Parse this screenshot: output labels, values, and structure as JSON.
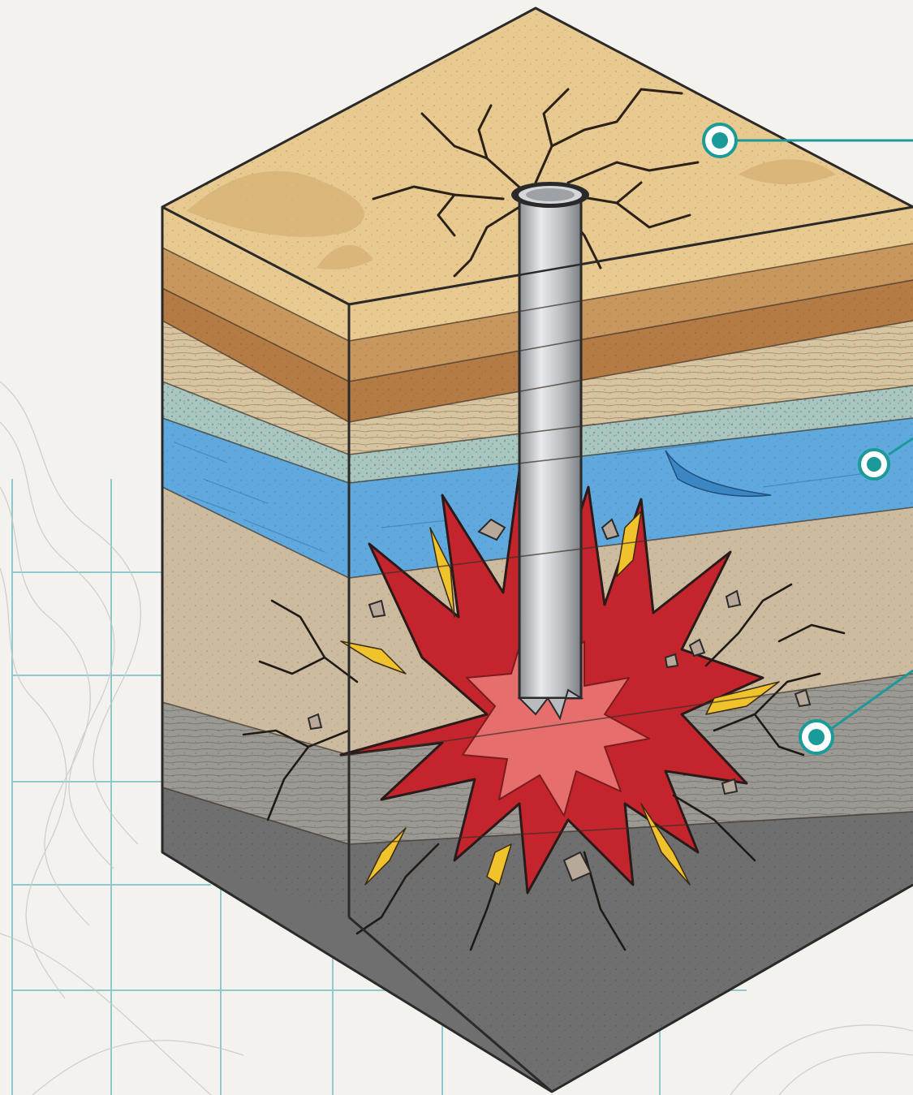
{
  "diagram": {
    "subject": "isometric-soil-cross-section-with-well-and-subsurface-blast",
    "callouts": [
      {
        "id": "surface",
        "icon": "callout-marker-icon",
        "text": ""
      },
      {
        "id": "aquifer",
        "icon": "callout-marker-icon",
        "text": ""
      },
      {
        "id": "fracture-zone",
        "icon": "callout-marker-icon",
        "text": ""
      }
    ],
    "colors": {
      "background": "#f3f2ee",
      "grid": "#7fc3c5",
      "callout": "#1a9a98",
      "sand_top": "#e8c98f",
      "soil_mid": "#c8975d",
      "soil_dark": "#b57b45",
      "silt": "#d9c4a0",
      "gravel": "#a9c7c0",
      "water": "#5fa9de",
      "clay": "#cdbb9f",
      "shale": "#9b9994",
      "bedrock": "#6f6f70",
      "blast_outer": "#c4242c",
      "blast_inner": "#e66e6c",
      "casing": "#b9bcbf",
      "crack_gold": "#f0c22c"
    }
  }
}
